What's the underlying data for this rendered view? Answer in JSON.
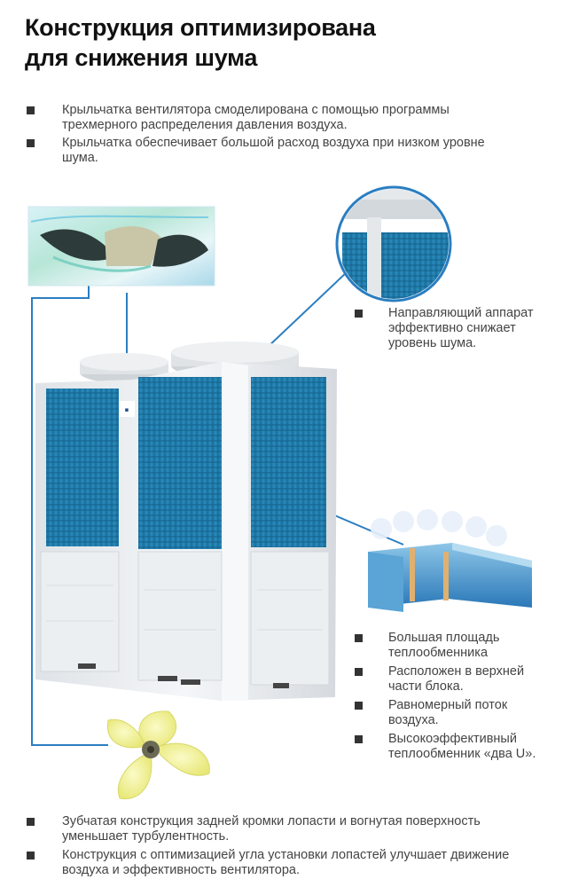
{
  "title_line1": "Конструкция оптимизирована",
  "title_line2": "для снижения шума",
  "top_bullets": [
    "Крыльчатка вентилятора смоделирована с помощью программы трехмерного распределения давления воздуха.",
    "Крыльчатка обеспечивает большой расход воздуха при низком уровне шума."
  ],
  "guide_bullet": "Направляющий аппарат эффективно снижает уровень шума.",
  "exchanger_bullets": [
    "Большая площадь теплообменника",
    "Расположен в верхней части блока.",
    "Равномерный поток воздуха.",
    "Высокоэффективный теплообменник «два U»."
  ],
  "bottom_bullets": [
    "Зубчатая конструкция задней кромки лопасти и вогнутая поверхность уменьшает турбулентность.",
    "Конструкция с оптимизацией угла установки лопастей улучшает движение воздуха и эффективность вентилятора."
  ],
  "icons": [
    "bullet-square",
    "fan-simulation-image",
    "guide-vane-magnifier",
    "heat-exchanger-image",
    "fan-impeller-image",
    "outdoor-unit-image"
  ],
  "colors": {
    "panel_blue": "#1f7aa8",
    "callout_line": "#2b7ec1",
    "casing": "#e9ecef"
  }
}
